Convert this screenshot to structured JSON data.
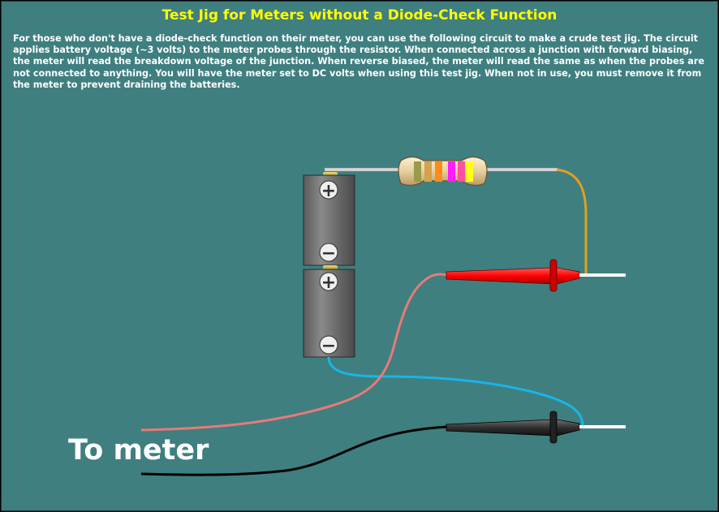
{
  "page": {
    "title": "Test Jig for Meters without a Diode-Check Function",
    "description": "For those who don't have a diode-check function on their meter, you can use the following circuit to make a crude test jig. The circuit applies battery voltage (~3 volts) to the meter probes through the resistor. When connected across a junction with forward biasing, the meter will read the breakdown voltage of the junction. When reverse biased, the meter will read the same as when the probes are not connected to anything. You will have the meter set to DC volts when using this test jig. When not in use, you must remove it from the meter to prevent draining the batteries."
  },
  "diagram": {
    "meter_label": "To meter",
    "battery_top_plus": "+",
    "battery_top_minus": "−",
    "battery_bottom_plus": "+",
    "battery_bottom_minus": "−",
    "colors": {
      "background": "#3f7f7f",
      "title": "#ffff00",
      "resistor_band_colors": [
        "#9a9a4a",
        "#d4a24a",
        "#ff8c1a",
        "#ff1aff",
        "#ff4fa0",
        "#ffff1a"
      ],
      "red_lead": "#ff0000",
      "black_lead": "#303030",
      "blue_wire": "#1ab4e6",
      "pink_wire": "#e87a7a",
      "orange_wire": "#e0a020",
      "black_wire": "#000000"
    }
  }
}
